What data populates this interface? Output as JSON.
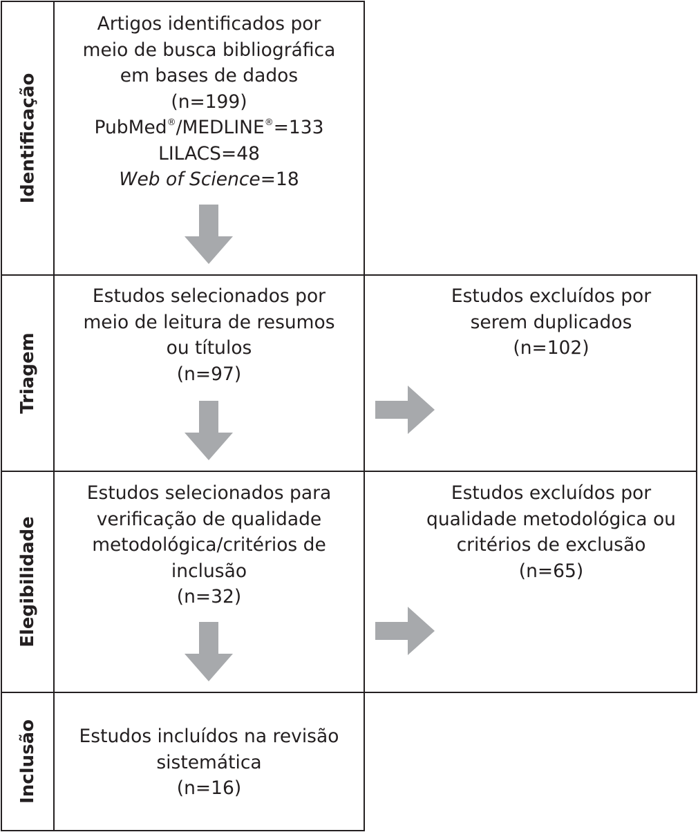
{
  "stages": [
    {
      "id": "identificacao",
      "label": "Identificação"
    },
    {
      "id": "triagem",
      "label": "Triagem"
    },
    {
      "id": "elegibilidade",
      "label": "Elegibilidade"
    },
    {
      "id": "inclusao",
      "label": "Inclusão"
    }
  ],
  "identification_box": {
    "line1": "Artigos identificados por",
    "line2": "meio de busca bibliográfica",
    "line3": "em bases de dados",
    "count": "(n=199)",
    "pubmed_name": "PubMed",
    "registered_mark": "®",
    "slash": "/",
    "medline_name": "MEDLINE",
    "medline_value": "=133",
    "lilacs": "LILACS=48",
    "wos_name": "Web of Science",
    "wos_value": "=18"
  },
  "screening_box": {
    "lines": [
      "Estudos selecionados por",
      "meio de leitura de resumos",
      "ou títulos"
    ],
    "count": "(n=97)"
  },
  "screening_excluded_box": {
    "lines": [
      "Estudos excluídos por",
      "serem duplicados"
    ],
    "count": "(n=102)"
  },
  "eligibility_box": {
    "lines": [
      "Estudos selecionados para",
      "verificação de qualidade",
      "metodológica/critérios de",
      "inclusão"
    ],
    "count": "(n=32)"
  },
  "eligibility_excluded_box": {
    "lines": [
      "Estudos excluídos por",
      "qualidade metodológica ou",
      "critérios de exclusão"
    ],
    "count": "(n=65)"
  },
  "included_box": {
    "lines": [
      "Estudos incluídos na revisão",
      "sistemática"
    ],
    "count": "(n=16)"
  },
  "colors": {
    "line": "#231f20",
    "arrow": "#a7a9ac",
    "background": "#ffffff"
  },
  "arrows": [
    {
      "id": "identification-to-screening",
      "direction": "down"
    },
    {
      "id": "screening-to-eligibility",
      "direction": "down"
    },
    {
      "id": "eligibility-to-included",
      "direction": "down"
    },
    {
      "id": "screening-to-excluded",
      "direction": "right"
    },
    {
      "id": "eligibility-to-excluded",
      "direction": "right"
    }
  ]
}
